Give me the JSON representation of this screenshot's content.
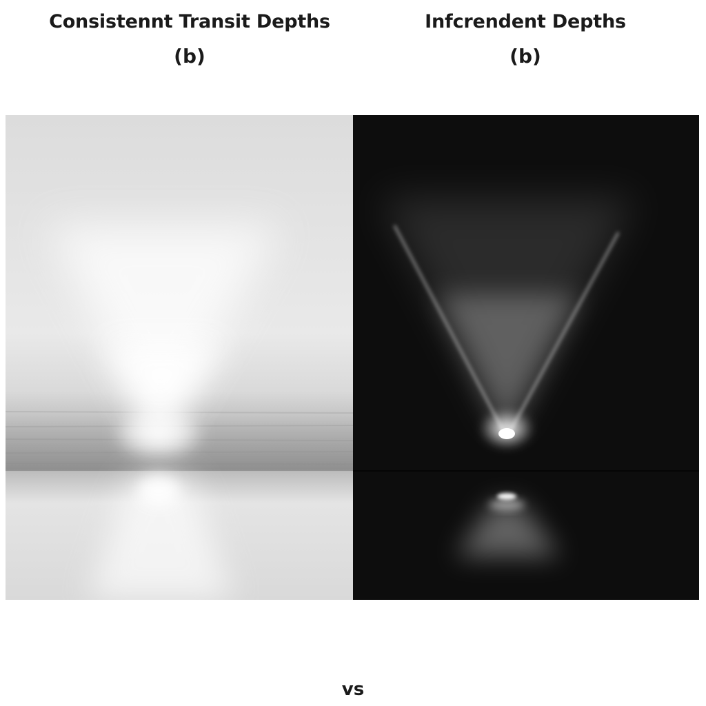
{
  "left": {
    "title": "Consistennt Transit Depths",
    "label": "(b)"
  },
  "right": {
    "title": "Infcrendent Depths",
    "label": "(b)"
  },
  "footer": {
    "vs": "vs"
  },
  "colors": {
    "left_panel_background": "#e0e0e0",
    "right_panel_background": "#0d0d0d",
    "light_beam": "#ffffff",
    "heading_text": "#1a1a1a"
  }
}
